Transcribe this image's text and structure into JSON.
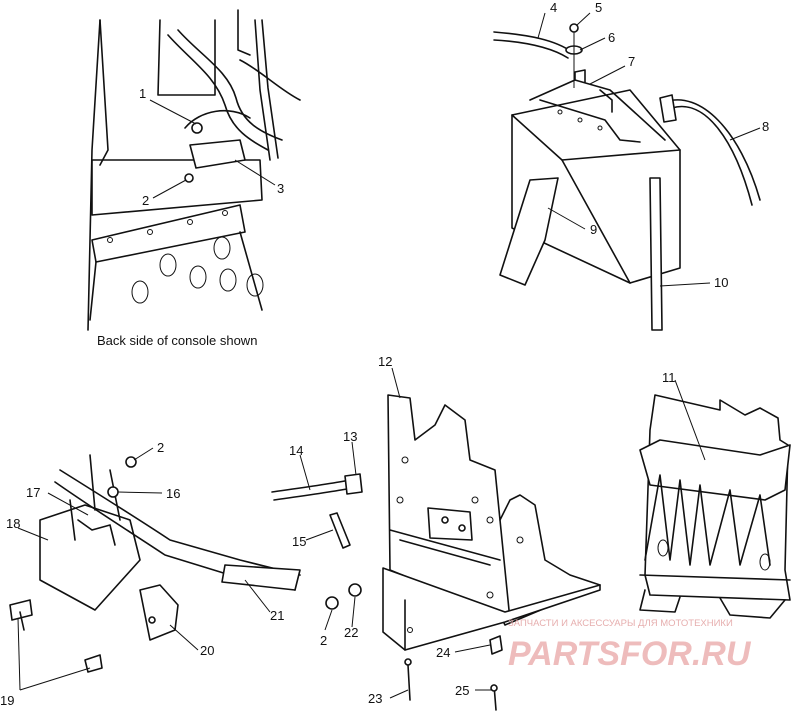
{
  "caption": "Back side of console shown",
  "callouts": [
    {
      "id": "c1",
      "label": "1"
    },
    {
      "id": "c2a",
      "label": "2"
    },
    {
      "id": "c3",
      "label": "3"
    },
    {
      "id": "c4",
      "label": "4"
    },
    {
      "id": "c5",
      "label": "5"
    },
    {
      "id": "c6",
      "label": "6"
    },
    {
      "id": "c7",
      "label": "7"
    },
    {
      "id": "c8",
      "label": "8"
    },
    {
      "id": "c9",
      "label": "9"
    },
    {
      "id": "c10",
      "label": "10"
    },
    {
      "id": "c11",
      "label": "11"
    },
    {
      "id": "c12",
      "label": "12"
    },
    {
      "id": "c13",
      "label": "13"
    },
    {
      "id": "c14",
      "label": "14"
    },
    {
      "id": "c15",
      "label": "15"
    },
    {
      "id": "c2b",
      "label": "2"
    },
    {
      "id": "c16",
      "label": "16"
    },
    {
      "id": "c17",
      "label": "17"
    },
    {
      "id": "c18",
      "label": "18"
    },
    {
      "id": "c19",
      "label": "19"
    },
    {
      "id": "c20",
      "label": "20"
    },
    {
      "id": "c21",
      "label": "21"
    },
    {
      "id": "c2c",
      "label": "2"
    },
    {
      "id": "c22",
      "label": "22"
    },
    {
      "id": "c23",
      "label": "23"
    },
    {
      "id": "c24",
      "label": "24"
    },
    {
      "id": "c25",
      "label": "25"
    }
  ],
  "watermark": {
    "brand": "PARTSFOR.RU",
    "tagline": "ЗАПЧАСТИ И АКСЕССУАРЫ ДЛЯ МОТОТЕХНИКИ"
  }
}
